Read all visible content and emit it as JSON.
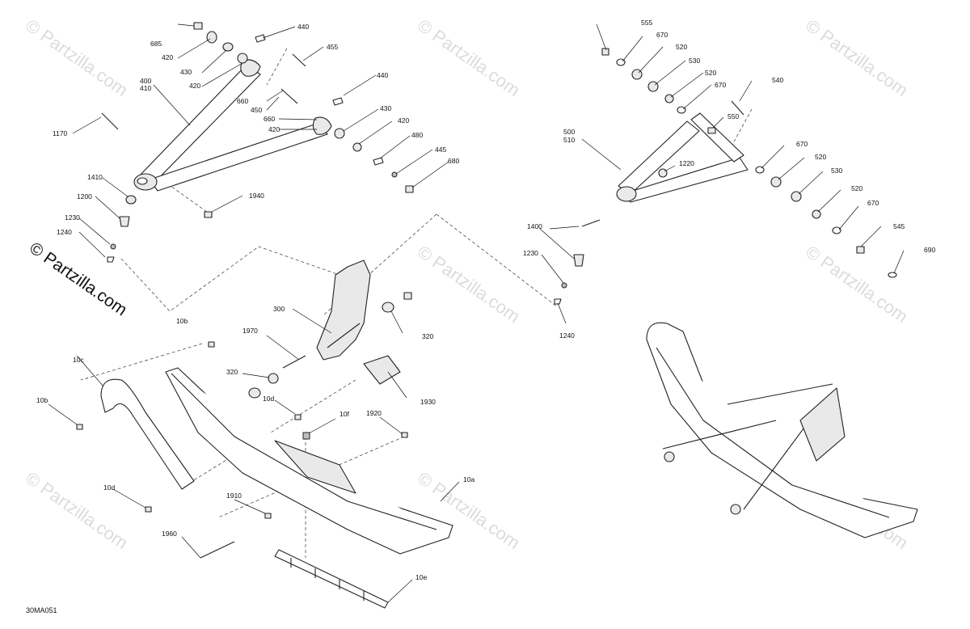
{
  "watermark": {
    "text": "© Partzilla.com"
  },
  "copyright": {
    "text": "© Partzilla.com"
  },
  "diagram_code": "30MA051",
  "callouts": {
    "c685": "685",
    "c420a": "420",
    "c430a": "430",
    "c420b": "420",
    "c440a": "440",
    "c455": "455",
    "c440b": "440",
    "c400": "400",
    "c410": "410",
    "c660a": "660",
    "c450": "450",
    "c660b": "660",
    "c420c": "420",
    "c430b": "430",
    "c420d": "420",
    "c480": "480",
    "c445": "445",
    "c680": "680",
    "c1170": "1170",
    "c1410": "1410",
    "c1200": "1200",
    "c1230a": "1230",
    "c1240a": "1240",
    "c1940": "1940",
    "c555": "555",
    "c670a": "670",
    "c520a": "520",
    "c530a": "530",
    "c520b": "520",
    "c670b": "670",
    "c540": "540",
    "c550": "550",
    "c500": "500",
    "c510": "510",
    "c1220": "1220",
    "c670c": "670",
    "c520c": "520",
    "c530b": "530",
    "c520d": "520",
    "c670d": "670",
    "c545": "545",
    "c690": "690",
    "c1400": "1400",
    "c1230b": "1230",
    "c1240b": "1240",
    "c300": "300",
    "c320a": "320",
    "c1970": "1970",
    "c320b": "320",
    "c1930": "1930",
    "c10b_a": "10b",
    "c10c": "10c",
    "c10b_b": "10b",
    "c10d_a": "10d",
    "c10f": "10f",
    "c1920": "1920",
    "c10d_b": "10d",
    "c1910": "1910",
    "c10a": "10a",
    "c1960": "1960",
    "c10e": "10e"
  }
}
